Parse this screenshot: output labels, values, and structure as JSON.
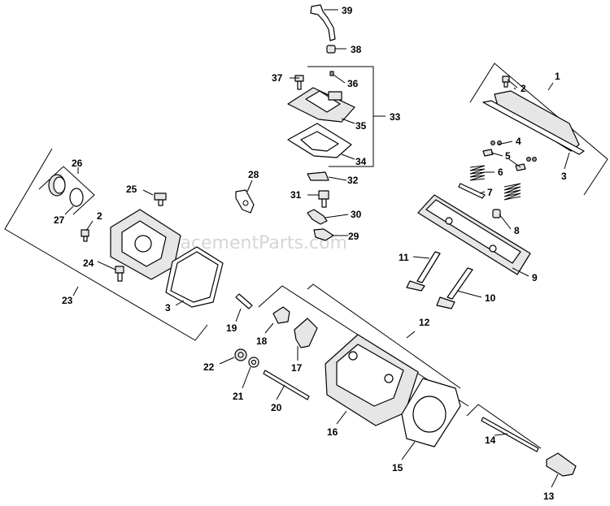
{
  "watermark": "eReplacementParts.com",
  "part_numbers": [
    "1",
    "2",
    "3",
    "4",
    "5",
    "6",
    "7",
    "8",
    "9",
    "10",
    "11",
    "12",
    "13",
    "14",
    "15",
    "16",
    "17",
    "18",
    "19",
    "20",
    "21",
    "22",
    "23",
    "24",
    "25",
    "26",
    "27",
    "2",
    "3",
    "28",
    "29",
    "30",
    "31",
    "32",
    "33",
    "34",
    "35",
    "36",
    "37",
    "38",
    "39"
  ]
}
